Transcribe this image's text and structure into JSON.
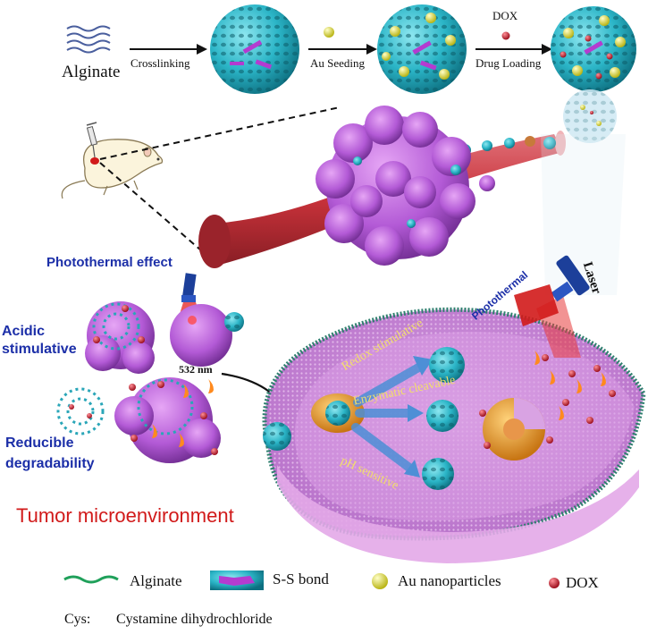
{
  "synthesis": {
    "alginate_label": "Alginate",
    "crosslinking_label": "Crosslinking",
    "au_seeding_label": "Au Seeding",
    "dox_label": "DOX",
    "drug_loading_label": "Drug Loading"
  },
  "tme": {
    "photothermal_effect_label": "Photothermal effect",
    "acidic_label_1": "Acidic",
    "acidic_label_2": "stimulative",
    "reducible_label_1": "Reducible",
    "reducible_label_2": "degradability",
    "wavelength_label": "532 nm",
    "title": "Tumor microenvironment"
  },
  "cell": {
    "redox_label": "Redox stimulative",
    "enzymatic_label": "Enzymatic cleavable",
    "ph_label": "pH sensitive",
    "photothermal_label": "Photothermal",
    "laser_label": "Laser"
  },
  "legend": {
    "alginate": "Alginate",
    "ss_bond": "S-S bond",
    "au_np": "Au nanoparticles",
    "dox": "DOX",
    "cys_key": "Cys:",
    "cys_value": "Cystamine dihydrochloride"
  },
  "colors": {
    "sphere": "#2bb5c7",
    "tumor": "#b35ad6",
    "vessel": "#c8323a",
    "au": "#e8e642",
    "dox": "#c41e2e",
    "cell": "#c98ad6",
    "text_blue": "#1c2fa8",
    "text_red": "#d11a1a",
    "text_yellow": "#f2df6a"
  }
}
